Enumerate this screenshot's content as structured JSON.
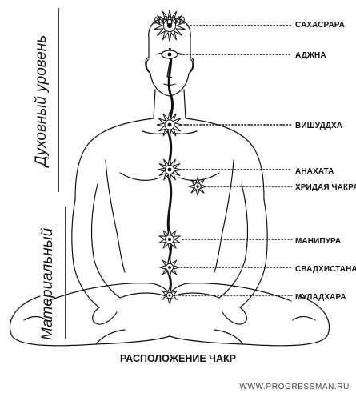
{
  "levels": {
    "spiritual": "Духовный уровень",
    "material": "Материальный"
  },
  "chakras": [
    {
      "label": "САХАСРАРА"
    },
    {
      "label": "АДЖНА"
    },
    {
      "label": "ВИШУДДХА"
    },
    {
      "label": "АНАХАТА"
    },
    {
      "label": "ХРИДАЯ ЧАКРА"
    },
    {
      "label": "МАНИПУРА"
    },
    {
      "label": "СВАДХИСТАНА"
    },
    {
      "label": "МУЛАДХАРА"
    }
  ],
  "caption": "РАСПОЛОЖЕНИЕ ЧАКР",
  "footer": "WWW.PROGRESSMAN.RU",
  "colors": {
    "ink": "#111111",
    "background": "#ffffff"
  }
}
